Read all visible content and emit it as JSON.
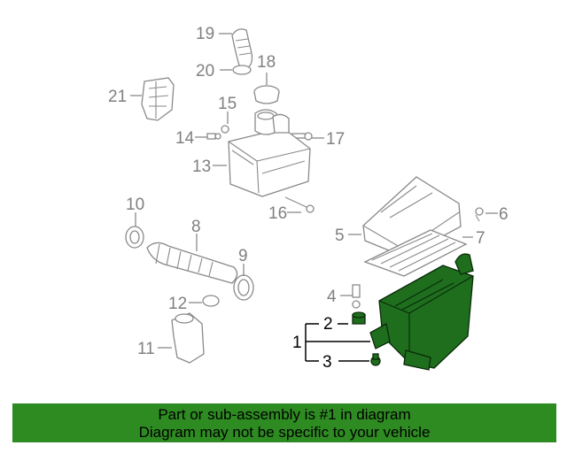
{
  "callouts": {
    "c1": "1",
    "c2": "2",
    "c3": "3",
    "c4": "4",
    "c5": "5",
    "c6": "6",
    "c7": "7",
    "c8": "8",
    "c9": "9",
    "c10": "10",
    "c11": "11",
    "c12": "12",
    "c13": "13",
    "c14": "14",
    "c15": "15",
    "c16": "16",
    "c17": "17",
    "c18": "18",
    "c19": "19",
    "c20": "20",
    "c21": "21"
  },
  "banner": {
    "line1": "Part or sub-assembly is #1 in diagram",
    "line2": "Diagram may not be specific to your vehicle"
  },
  "colors": {
    "highlight": "#1e6e1e",
    "banner": "#2e8b22",
    "callout": "#808080"
  }
}
